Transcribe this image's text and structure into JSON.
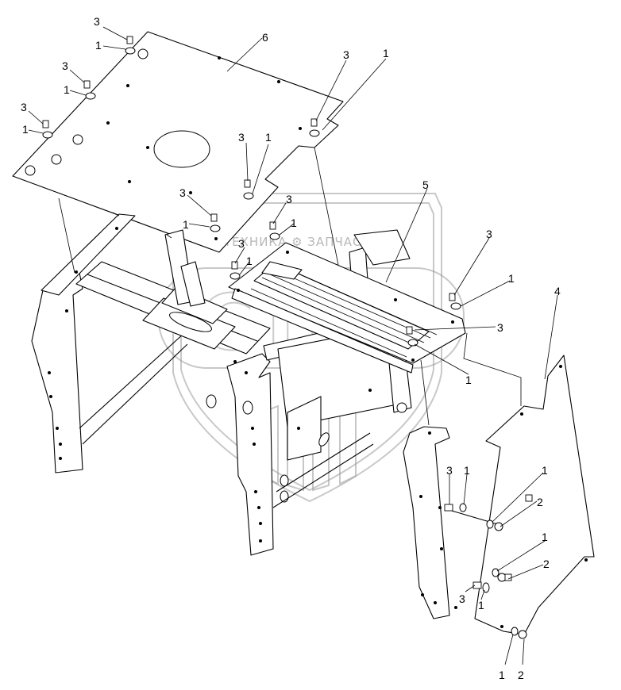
{
  "diagram": {
    "watermark_text": "ТЕХНИКА ⚙ ЗАПЧАСТИ",
    "watermark_logo": "СТС",
    "callouts": [
      "1",
      "2",
      "3",
      "4",
      "5",
      "6"
    ]
  }
}
